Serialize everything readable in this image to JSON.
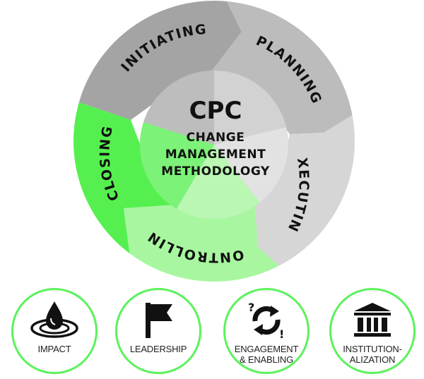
{
  "diagram": {
    "center": {
      "title": "CPC",
      "subtitle_lines": [
        "CHANGE",
        "MANAGEMENT",
        "METHODOLOGY"
      ]
    },
    "phases": [
      {
        "label": "INITIATING"
      },
      {
        "label": "PLANNING"
      },
      {
        "label": "EXECUTING"
      },
      {
        "label": "CONTROLLING"
      },
      {
        "label": "CLOSING"
      }
    ],
    "colors": {
      "initiating": "#a4a4a4",
      "planning": "#bcbcbc",
      "executing": "#d6d6d6",
      "controlling": "#a8f7a0",
      "closing": "#55f04f",
      "badge_border": "#5cf25c"
    }
  },
  "badges": [
    {
      "icon": "drop-ripple-icon",
      "lines": [
        "IMPACT"
      ]
    },
    {
      "icon": "flag-icon",
      "lines": [
        "LEADERSHIP"
      ]
    },
    {
      "icon": "cycle-arrows-icon",
      "lines": [
        "ENGAGEMENT",
        "& ENABLING"
      ]
    },
    {
      "icon": "institution-building-icon",
      "lines": [
        "INSTITUTION-",
        "ALIZATION"
      ]
    }
  ]
}
